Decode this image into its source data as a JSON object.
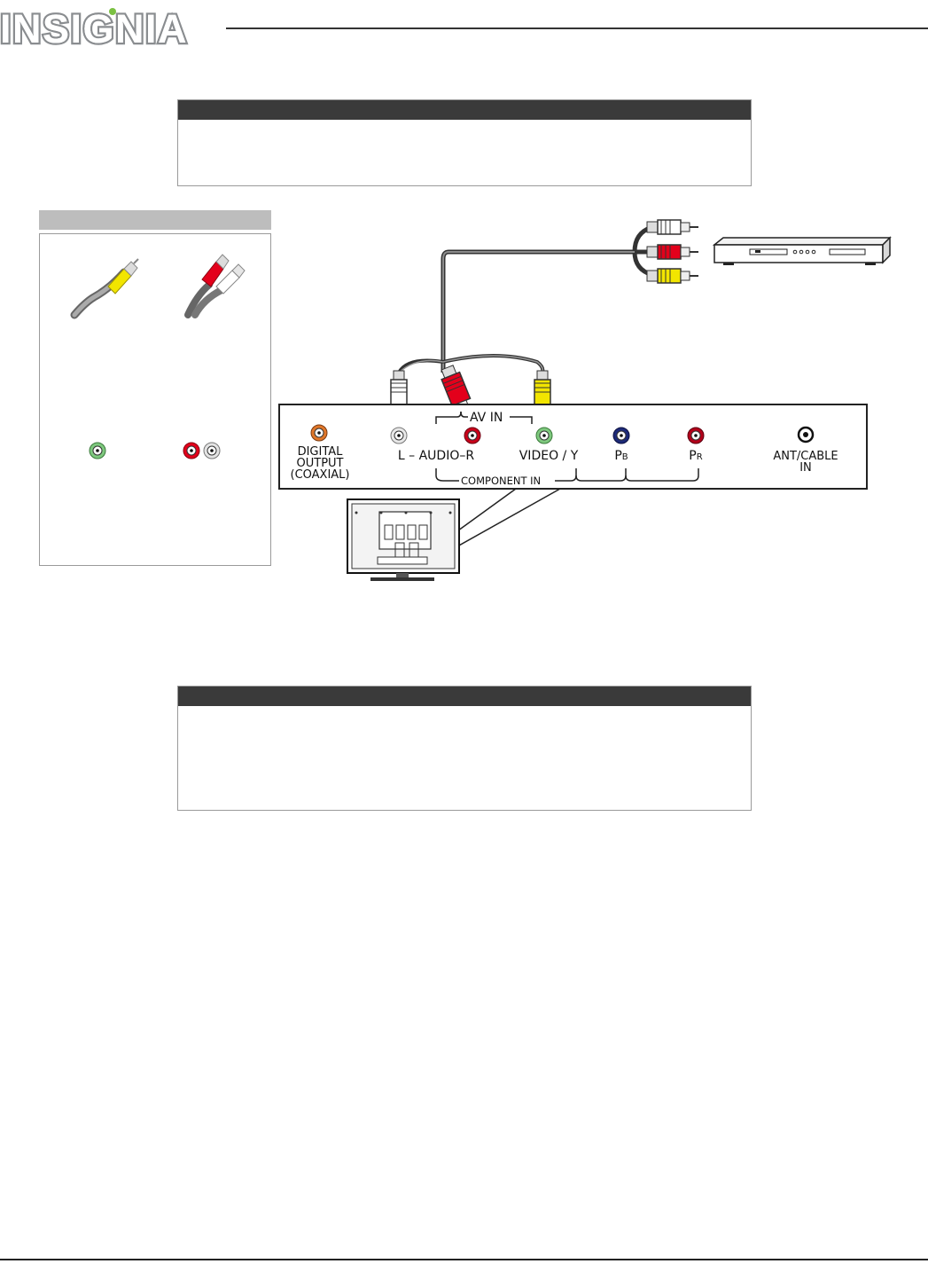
{
  "brand": {
    "logo_text": "INSIGNIA",
    "colors": {
      "logo_gray": "#8a8d90",
      "logo_green": "#7bc142",
      "rule": "#333333",
      "note_header": "#3a3a3a"
    }
  },
  "notes": {
    "top_header": "",
    "bottom_header": ""
  },
  "sidebar": {
    "header": ""
  },
  "diagram": {
    "panel": {
      "av_in": "AV IN",
      "component_in": "COMPONENT IN",
      "digital_output_l1": "DIGITAL",
      "digital_output_l2": "OUTPUT",
      "digital_output_l3": "(COAXIAL)",
      "audio": "L – AUDIO–R",
      "video": "VIDEO / Y",
      "pb_main": "P",
      "pb_sub": "B",
      "pr_main": "P",
      "pr_sub": "R",
      "ant_l1": "ANT/CABLE",
      "ant_l2": "IN"
    },
    "cable_colors": {
      "white": "#ffffff",
      "red": "#e3001b",
      "yellow": "#f2e500"
    }
  }
}
